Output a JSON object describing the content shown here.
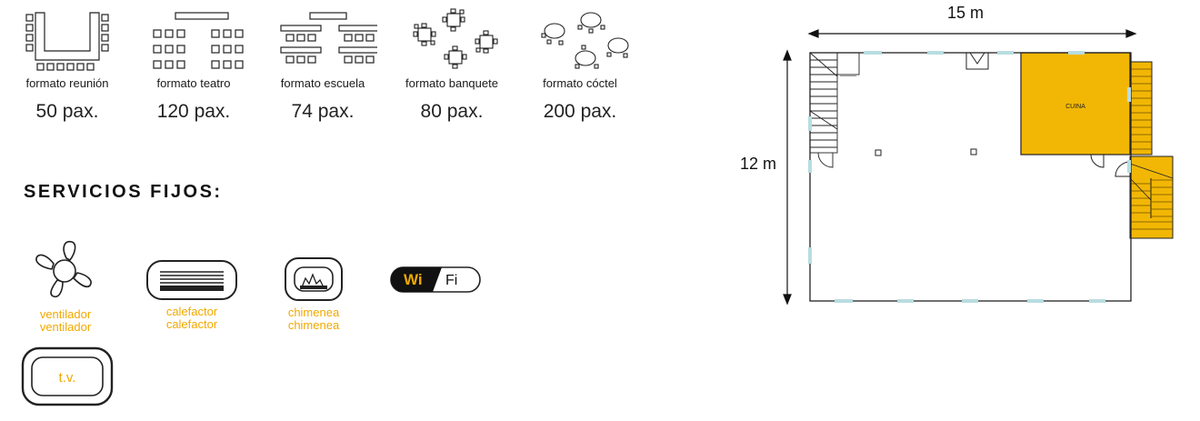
{
  "formats": [
    {
      "label": "formato reunión",
      "capacity": "50 pax.",
      "icon": "u-shape-layout-icon"
    },
    {
      "label": "formato teatro",
      "capacity": "120 pax.",
      "icon": "theatre-layout-icon"
    },
    {
      "label": "formato escuela",
      "capacity": "74 pax.",
      "icon": "classroom-layout-icon"
    },
    {
      "label": "formato banquete",
      "capacity": "80 pax.",
      "icon": "banquet-layout-icon"
    },
    {
      "label": "formato cóctel",
      "capacity": "200 pax.",
      "icon": "cocktail-layout-icon"
    }
  ],
  "services": {
    "title": "SERVICIOS FIJOS:",
    "items": [
      {
        "label": "ventilador",
        "label_repeat": "ventilador",
        "icon": "fan-icon"
      },
      {
        "label": "calefactor",
        "label_repeat": "calefactor",
        "icon": "heater-icon"
      },
      {
        "label": "chimenea",
        "label_repeat": "chimenea",
        "icon": "fireplace-icon"
      },
      {
        "wi": "Wi",
        "fi": "Fi",
        "icon": "wifi-icon"
      },
      {
        "label": "t.v.",
        "icon": "tv-icon"
      }
    ]
  },
  "floor_plan": {
    "width_label": "15 m",
    "height_label": "12 m",
    "kitchen_label": "CUINA",
    "kitchen_color": "#f2b705"
  },
  "colors": {
    "accent": "#f2a900",
    "window": "#b8dde0",
    "line": "#1a1a1a"
  }
}
